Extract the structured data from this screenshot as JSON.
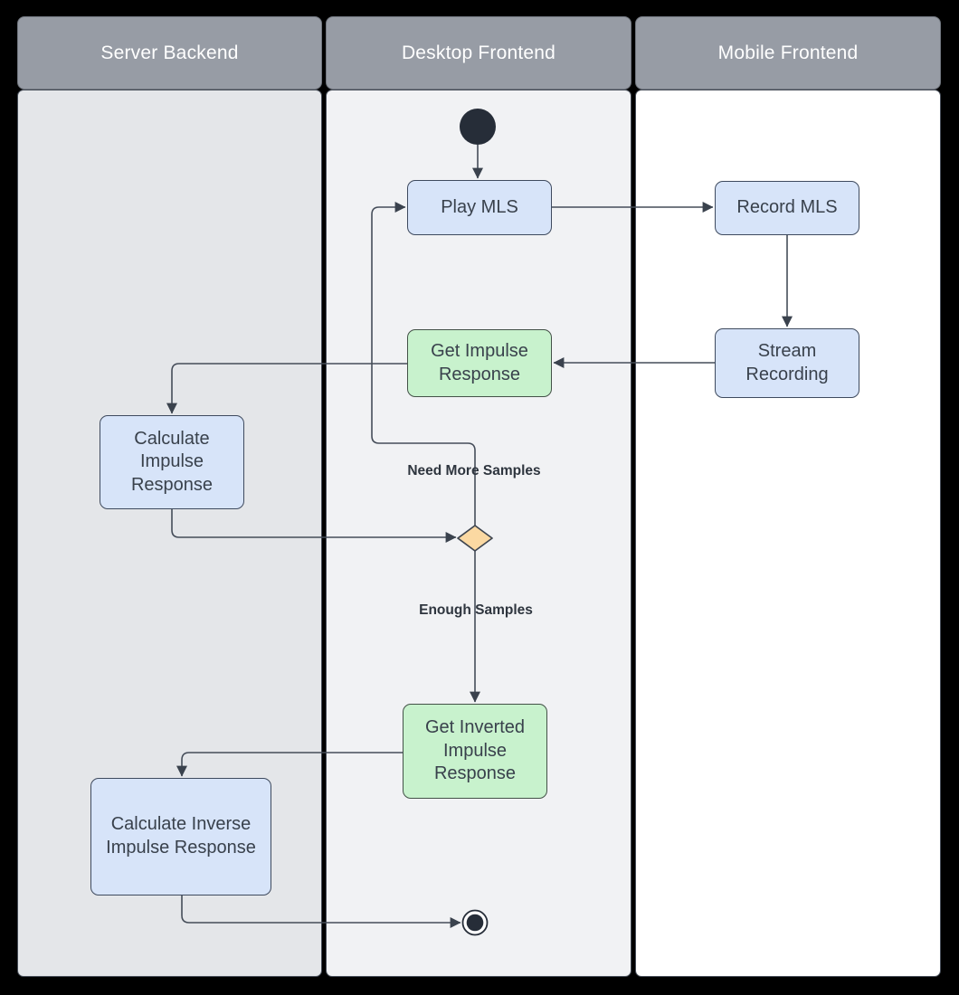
{
  "diagram": {
    "type": "swimlane-activity-diagram",
    "lanes": [
      {
        "title": "Server Backend"
      },
      {
        "title": "Desktop Frontend"
      },
      {
        "title": "Mobile Frontend"
      }
    ],
    "nodes": {
      "play_mls": {
        "label": "Play MLS",
        "kind": "process",
        "lane": "Desktop Frontend"
      },
      "record_mls": {
        "label": "Record MLS",
        "kind": "process",
        "lane": "Mobile Frontend"
      },
      "stream_recording": {
        "label": "Stream Recording",
        "kind": "process",
        "lane": "Mobile Frontend"
      },
      "get_impulse": {
        "label": "Get Impulse Response",
        "kind": "process",
        "lane": "Desktop Frontend"
      },
      "calc_impulse": {
        "label": "Calculate Impulse Response",
        "kind": "process",
        "lane": "Server Backend"
      },
      "get_inverted": {
        "label": "Get Inverted Impulse Response",
        "kind": "process",
        "lane": "Desktop Frontend"
      },
      "calc_inverse": {
        "label": "Calculate Inverse Impulse Response",
        "kind": "process",
        "lane": "Server Backend"
      },
      "start": {
        "label": "",
        "kind": "start-node",
        "lane": "Desktop Frontend"
      },
      "decision": {
        "label": "",
        "kind": "decision",
        "lane": "Desktop Frontend"
      },
      "end": {
        "label": "",
        "kind": "end-node",
        "lane": "Desktop Frontend"
      }
    },
    "edge_labels": {
      "need_more": "Need More Samples",
      "enough": "Enough Samples"
    },
    "colors": {
      "background": "#000000",
      "lane_header": "#979ca5",
      "lane_header_text": "#ffffff",
      "lane1_body": "#e4e6e9",
      "lane2_body": "#f1f2f4",
      "lane3_body": "#ffffff",
      "process_blue_fill": "#d7e4f9",
      "process_blue_border": "#3e4a5e",
      "process_green_fill": "#c8f2cd",
      "process_green_border": "#435147",
      "decision_fill": "#fbd9a2",
      "node_dark": "#262d38",
      "line": "#454d59",
      "node_text": "#39414c",
      "edge_label_text": "#2e353e"
    }
  }
}
